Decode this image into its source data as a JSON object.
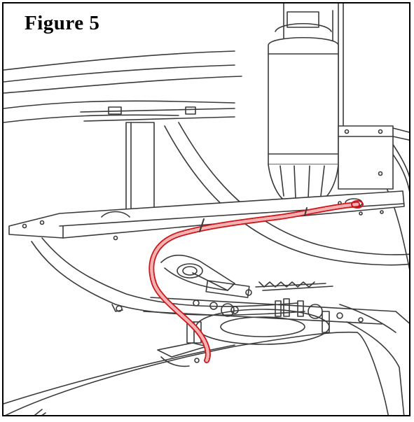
{
  "figure": {
    "label": "Figure  5",
    "colors": {
      "line": "#3a3a3a",
      "cable_outline": "#d0161d",
      "cable_fill": "#f3b3b3"
    },
    "icons": [
      "red-cable-route",
      "pneumatic-cylinder",
      "mounting-bracket"
    ]
  }
}
